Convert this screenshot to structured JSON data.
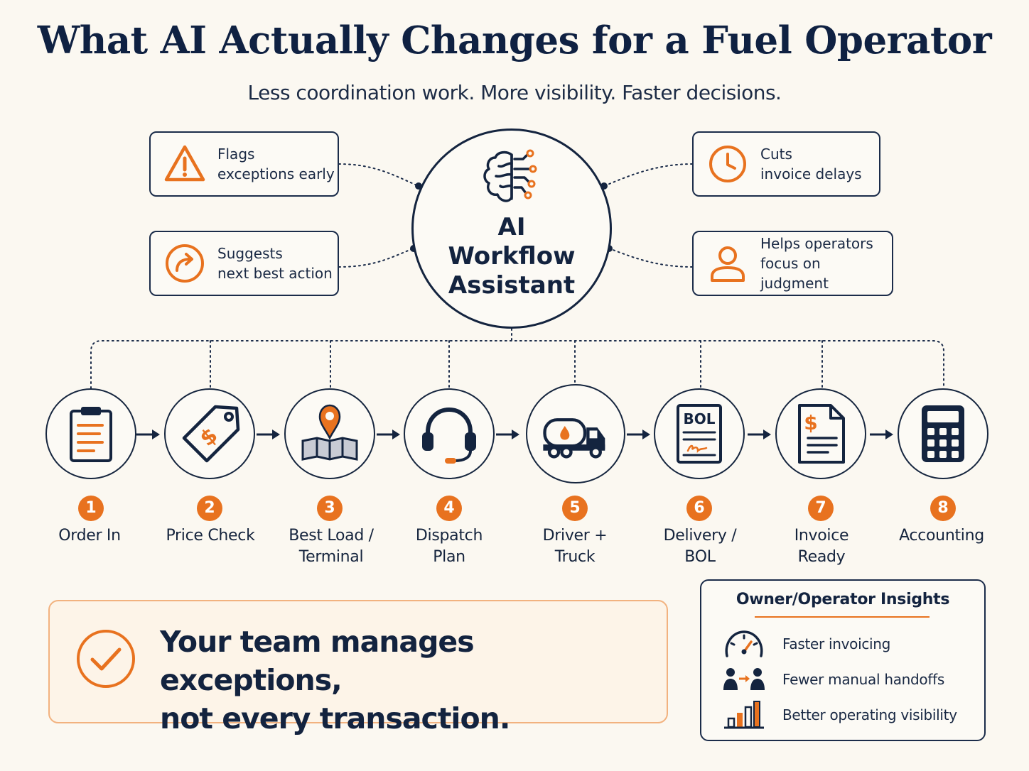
{
  "header": {
    "title": "What AI Actually Changes for a Fuel Operator",
    "subtitle": "Less coordination work. More visibility. Faster decisions."
  },
  "hub": {
    "label_line1": "AI",
    "label_line2": "Workflow",
    "label_line3": "Assistant",
    "icon": "brain-circuit-icon"
  },
  "callouts": [
    {
      "line1": "Flags",
      "line2": "exceptions early",
      "icon": "warning-triangle-icon"
    },
    {
      "line1": "Suggests",
      "line2": "next best action",
      "icon": "curved-arrow-icon"
    },
    {
      "line1": "Cuts",
      "line2": "invoice delays",
      "icon": "clock-icon"
    },
    {
      "line1": "Helps operators",
      "line2": "focus on judgment",
      "icon": "person-icon"
    }
  ],
  "steps": [
    {
      "num": "1",
      "line1": "Order In",
      "line2": "",
      "icon": "clipboard-icon"
    },
    {
      "num": "2",
      "line1": "Price Check",
      "line2": "",
      "icon": "price-tag-icon"
    },
    {
      "num": "3",
      "line1": "Best Load /",
      "line2": "Terminal",
      "icon": "map-pin-icon"
    },
    {
      "num": "4",
      "line1": "Dispatch",
      "line2": "Plan",
      "icon": "headset-icon"
    },
    {
      "num": "5",
      "line1": "Driver +",
      "line2": "Truck",
      "icon": "tanker-truck-icon"
    },
    {
      "num": "6",
      "line1": "Delivery /",
      "line2": "BOL",
      "icon": "bol-document-icon"
    },
    {
      "num": "7",
      "line1": "Invoice",
      "line2": "Ready",
      "icon": "invoice-icon"
    },
    {
      "num": "8",
      "line1": "Accounting",
      "line2": "",
      "icon": "calculator-icon"
    }
  ],
  "bol_icon_text": "BOL",
  "bottom_message": {
    "line1": "Your team manages exceptions,",
    "line2": "not every transaction.",
    "icon": "checkmark-icon"
  },
  "insights": {
    "title": "Owner/Operator Insights",
    "items": [
      {
        "label": "Faster invoicing",
        "icon": "speedometer-icon"
      },
      {
        "label": "Fewer manual handoffs",
        "icon": "handoff-people-icon"
      },
      {
        "label": "Better operating visibility",
        "icon": "bar-chart-icon"
      }
    ]
  },
  "colors": {
    "navy": "#13233f",
    "accent_orange": "#e8721f",
    "background": "#fbf8f1",
    "message_fill": "#fdf4e8"
  }
}
